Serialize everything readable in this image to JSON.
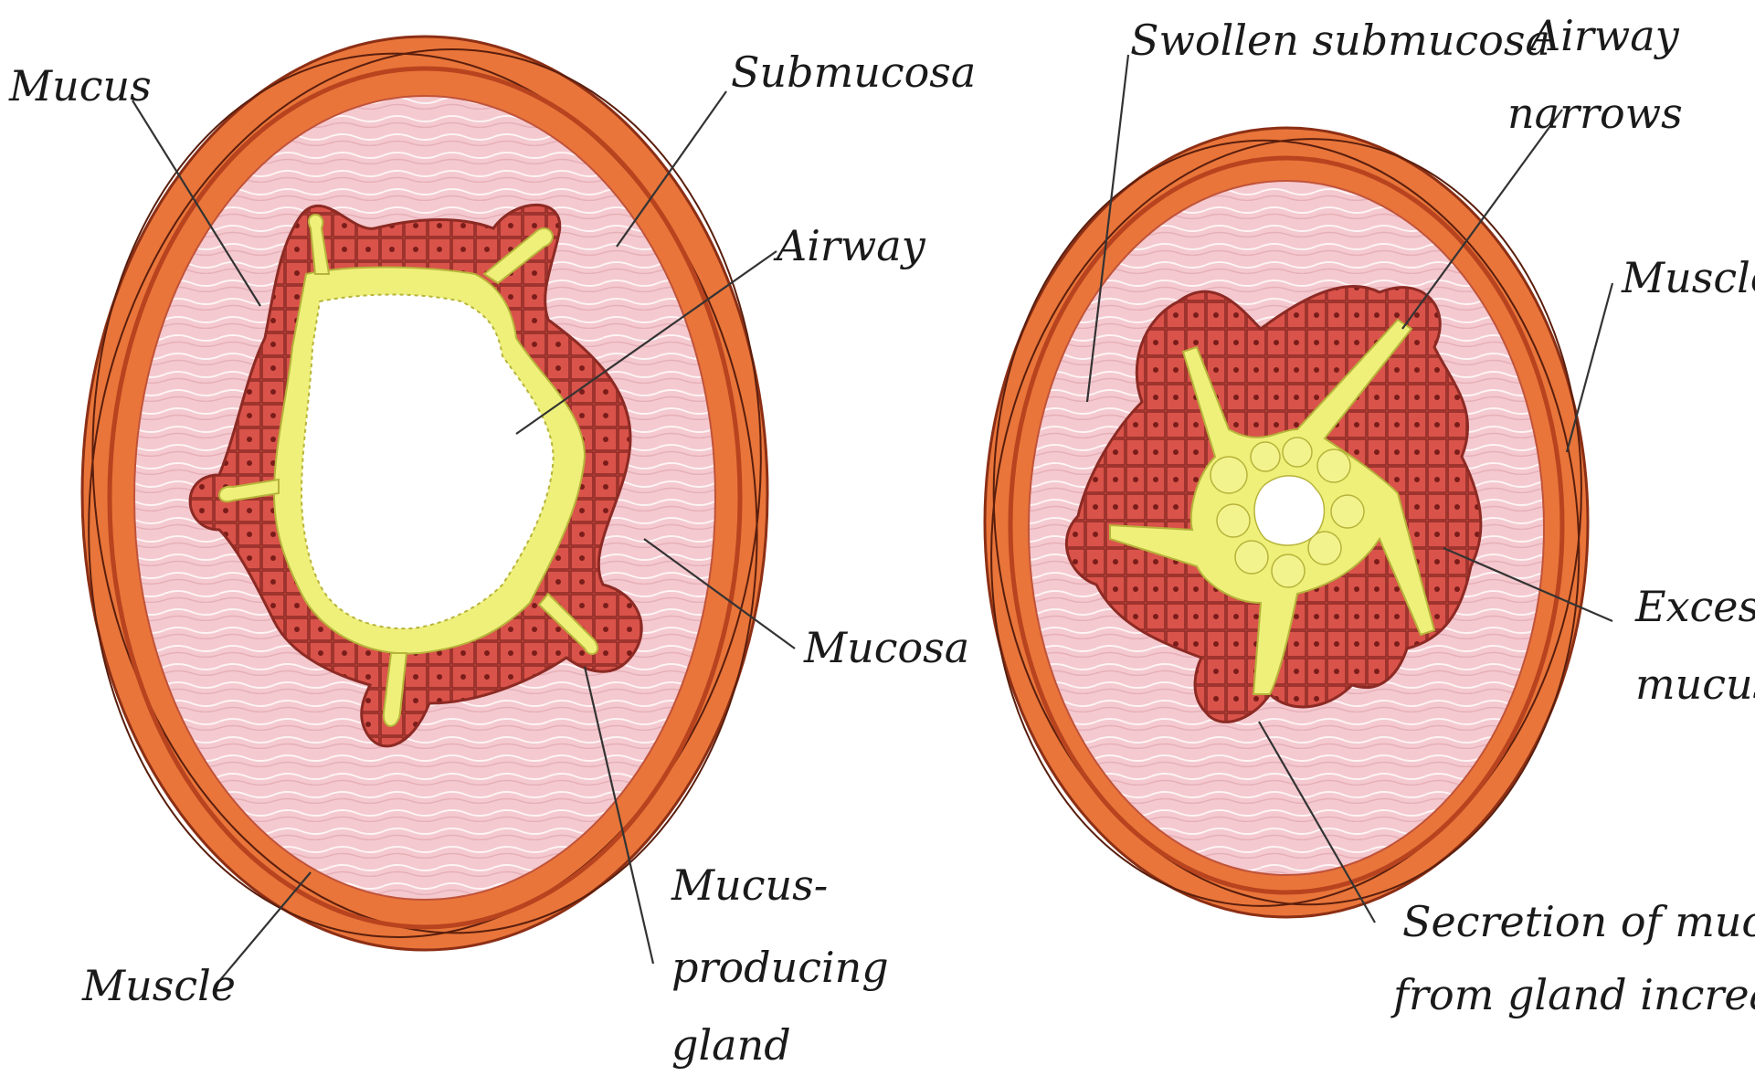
{
  "left": {
    "mucus": "Mucus",
    "submucosa": "Submucosa",
    "airway": "Airway",
    "mucosa": "Mucosa",
    "gland_1": "Mucus-",
    "gland_2": "producing",
    "gland_3": "gland",
    "muscle": "Muscle"
  },
  "right": {
    "swollen_submucosa": "Swollen submucosa",
    "airway_narrows_1": "Airway",
    "airway_narrows_2": "narrows",
    "muscle": "Muscle",
    "excess_mucus_1": "Excess",
    "excess_mucus_2": "mucus",
    "secretion_1": "Secretion of mucus",
    "secretion_2": "from gland increases"
  },
  "colors": {
    "muscle": "#e9753a",
    "muscle_dark": "#b8431f",
    "submucosa": "#f4c9cf",
    "mucosa": "#d9534a",
    "mucus": "#eef07a",
    "airway": "#ffffff"
  }
}
